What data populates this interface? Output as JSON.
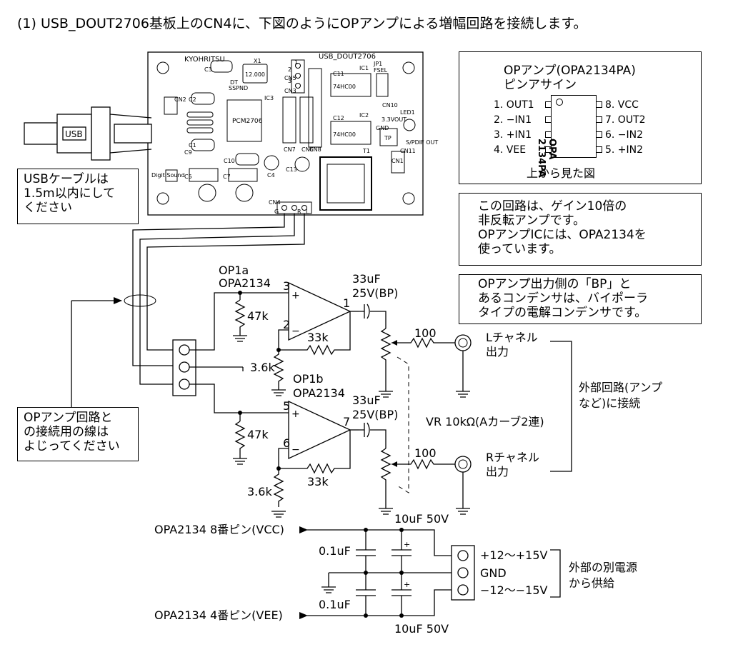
{
  "title": "(1) USB_DOUT2706基板上のCN4に、下図のようにOPアンプによる増幅回路を接続します。",
  "board": {
    "brand": "KYOHRITSU",
    "name": "USB_DOUT2706",
    "crystal": "12.000",
    "ic_label": "74HC00",
    "dac_label": "PCM2706",
    "labels": [
      "X1",
      "IC1",
      "IC2",
      "IC3",
      "JP1",
      "FSEL",
      "CN1",
      "CN2",
      "CN3",
      "CN4",
      "CN5",
      "CN6",
      "CN7",
      "CN8",
      "CN10",
      "CN11",
      "LED1",
      "3.3VOUT",
      "S/PDIF OUT",
      "Digit Sound",
      "C1",
      "C2",
      "C3",
      "C4",
      "C5",
      "C7",
      "C9",
      "C10",
      "C11",
      "C12",
      "C13",
      "T1",
      "TP",
      "GND",
      "DT",
      "SSPND",
      "1",
      "2",
      "3",
      "L",
      "R",
      "G"
    ]
  },
  "usb_plug": "USB",
  "usb_note": [
    "USBケーブルは",
    "1.5m以内にして",
    "ください"
  ],
  "pinout": {
    "title": [
      "OPアンプ(OPA2134PA)",
      "ピンアサイン"
    ],
    "chip": [
      "OPA",
      "2134PA"
    ],
    "left_pins": [
      "1. OUT1",
      "2. −IN1",
      "3. +IN1",
      "4. VEE"
    ],
    "right_pins": [
      "8. VCC",
      "7. OUT2",
      "6. −IN2",
      "5. +IN2"
    ],
    "caption": "上から見た図"
  },
  "gain_note": [
    "この回路は、ゲイン10倍の",
    "非反転アンプです。",
    "OPアンプICには、OPA2134を",
    "使っています。"
  ],
  "bp_note": [
    "OPアンプ出力側の「BP」と",
    "あるコンデンサは、バイポーラ",
    "タイプの電解コンデンサです。"
  ],
  "twist_note": [
    "OPアンプ回路と",
    "の接続用の線は",
    "よじってください"
  ],
  "circuit": {
    "op1a": [
      "OP1a",
      "OPA2134"
    ],
    "op1b": [
      "OP1b",
      "OPA2134"
    ],
    "pin3": "3",
    "pin2": "2",
    "pin1": "1",
    "pin5": "5",
    "pin6": "6",
    "pin7": "7",
    "plus": "+",
    "minus": "−",
    "r47k": "47k",
    "r33k": "33k",
    "r36k": "3.6k",
    "r100": "100",
    "cap_out": [
      "33uF",
      "25V(BP)"
    ],
    "vr": "VR 10kΩ(Aカーブ2連)",
    "l_out": [
      "Lチャネル",
      "出力"
    ],
    "r_out": [
      "Rチャネル",
      "出力"
    ],
    "ext_circuit": [
      "外部回路(アンプ",
      "など)に接続"
    ]
  },
  "power": {
    "vcc": "OPA2134 8番ピン(VCC)",
    "vee": "OPA2134 4番ピン(VEE)",
    "c01": "0.1uF",
    "c10": "10uF 50V",
    "rails": [
      "+12～+15V",
      "GND",
      "−12～−15V"
    ],
    "ext_power": [
      "外部の別電源",
      "から供給"
    ]
  }
}
